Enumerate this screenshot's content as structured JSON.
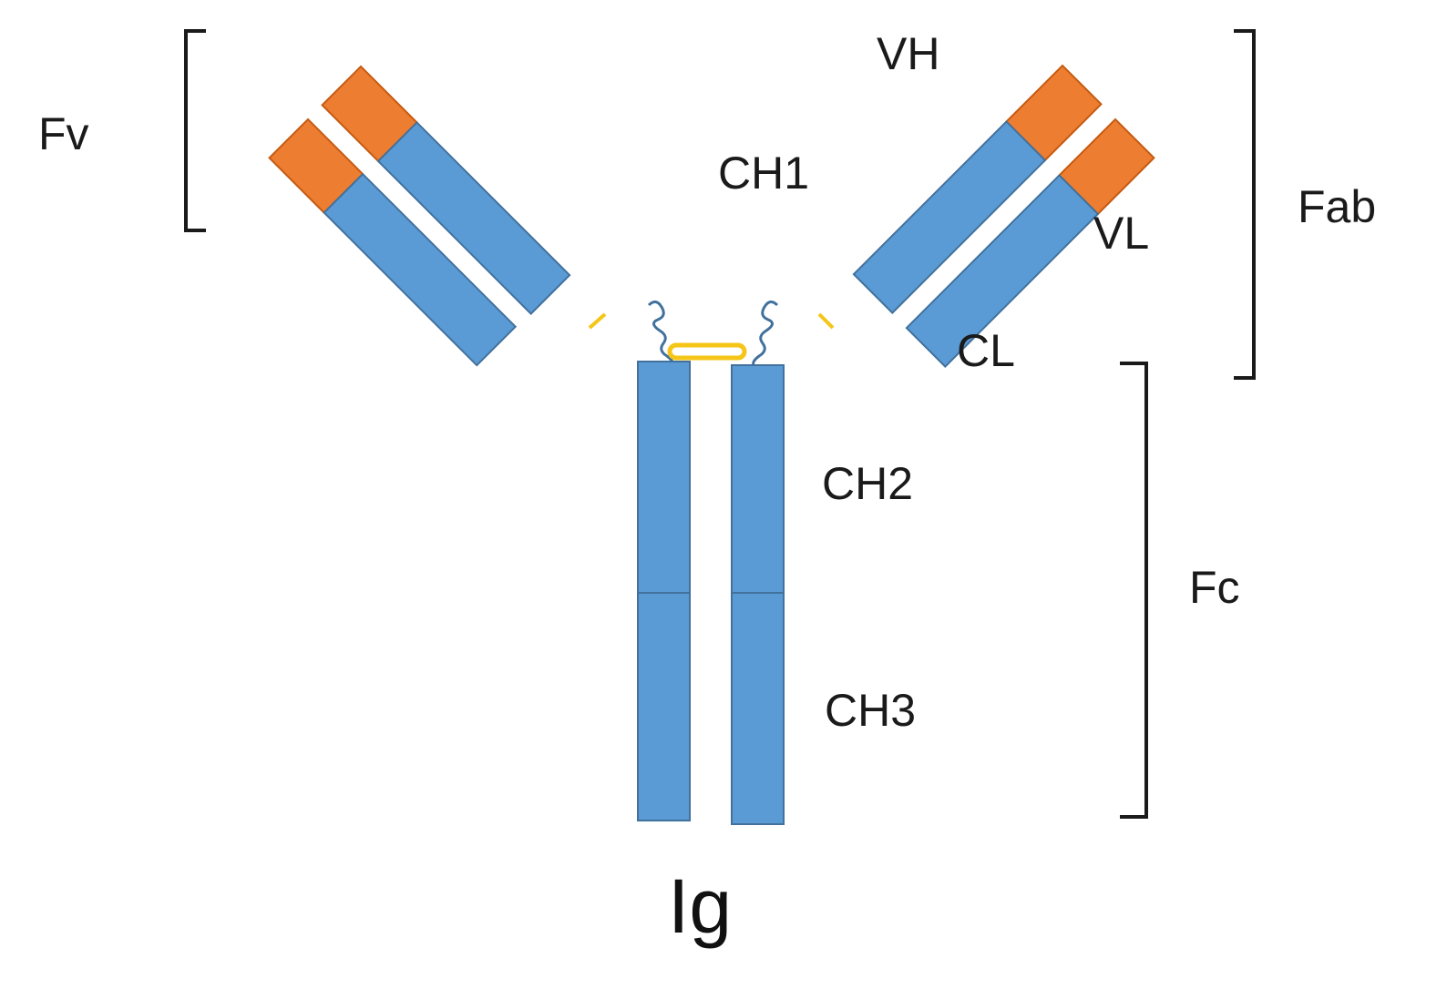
{
  "title": "Ig",
  "labels": {
    "fv": "Fv",
    "vh": "VH",
    "ch1": "CH1",
    "vl": "VL",
    "fab": "Fab",
    "cl": "CL",
    "ch2": "CH2",
    "fc": "Fc",
    "ch3": "CH3"
  },
  "colors": {
    "constant_domain": "#5b9bd5",
    "variable_domain": "#ed7d31",
    "domain_border": "#41719c",
    "disulfide_bond": "#f5c518",
    "text": "#1a1a1a"
  }
}
